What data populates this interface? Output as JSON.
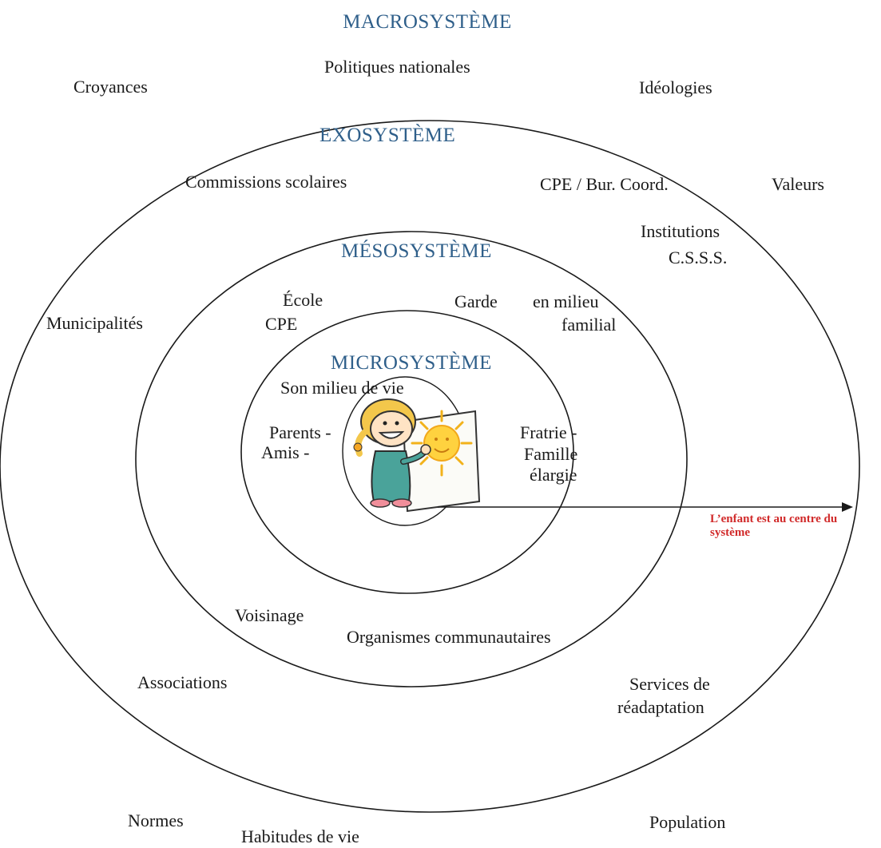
{
  "macro": {
    "title": "MACROSYSTÈME",
    "items": {
      "politiques": "Politiques nationales",
      "croyances": "Croyances",
      "ideologies": "Idéologies",
      "valeurs": "Valeurs",
      "normes": "Normes",
      "habitudes": "Habitudes de vie",
      "population": "Population"
    }
  },
  "exo": {
    "title": "EXOSYSTÈME",
    "items": {
      "commissions": "Commissions scolaires",
      "cpe_bur": "CPE / Bur. Coord.",
      "institutions_1": "Institutions",
      "institutions_2": "C.S.S.S.",
      "municipalites": "Municipalités",
      "associations": "Associations",
      "services_1": "Services de",
      "services_2": "réadaptation"
    }
  },
  "meso": {
    "title": "MÉSOSYSTÈME",
    "items": {
      "ecole": "École",
      "cpe": "CPE",
      "garde": "Garde",
      "milieu_1": "en milieu",
      "milieu_2": "familial",
      "voisinage": "Voisinage",
      "organismes": "Organismes  communautaires"
    }
  },
  "micro": {
    "title": "MICROSYSTÈME",
    "items": {
      "milieu_vie": "Son milieu de vie",
      "parents": "Parents -",
      "amis": "Amis  -",
      "fratrie": "Fratrie -",
      "famille_1": "Famille",
      "famille_2": "élargie"
    }
  },
  "child": {
    "icon": "child-holding-sun-drawing-icon",
    "note_line1": "L’enfant est au centre du",
    "note_line2": "système",
    "note_color": "#d12a2a"
  },
  "colors": {
    "title": "#2f5f8a",
    "text": "#1a1a1a",
    "circle": "#1a1a1a"
  }
}
